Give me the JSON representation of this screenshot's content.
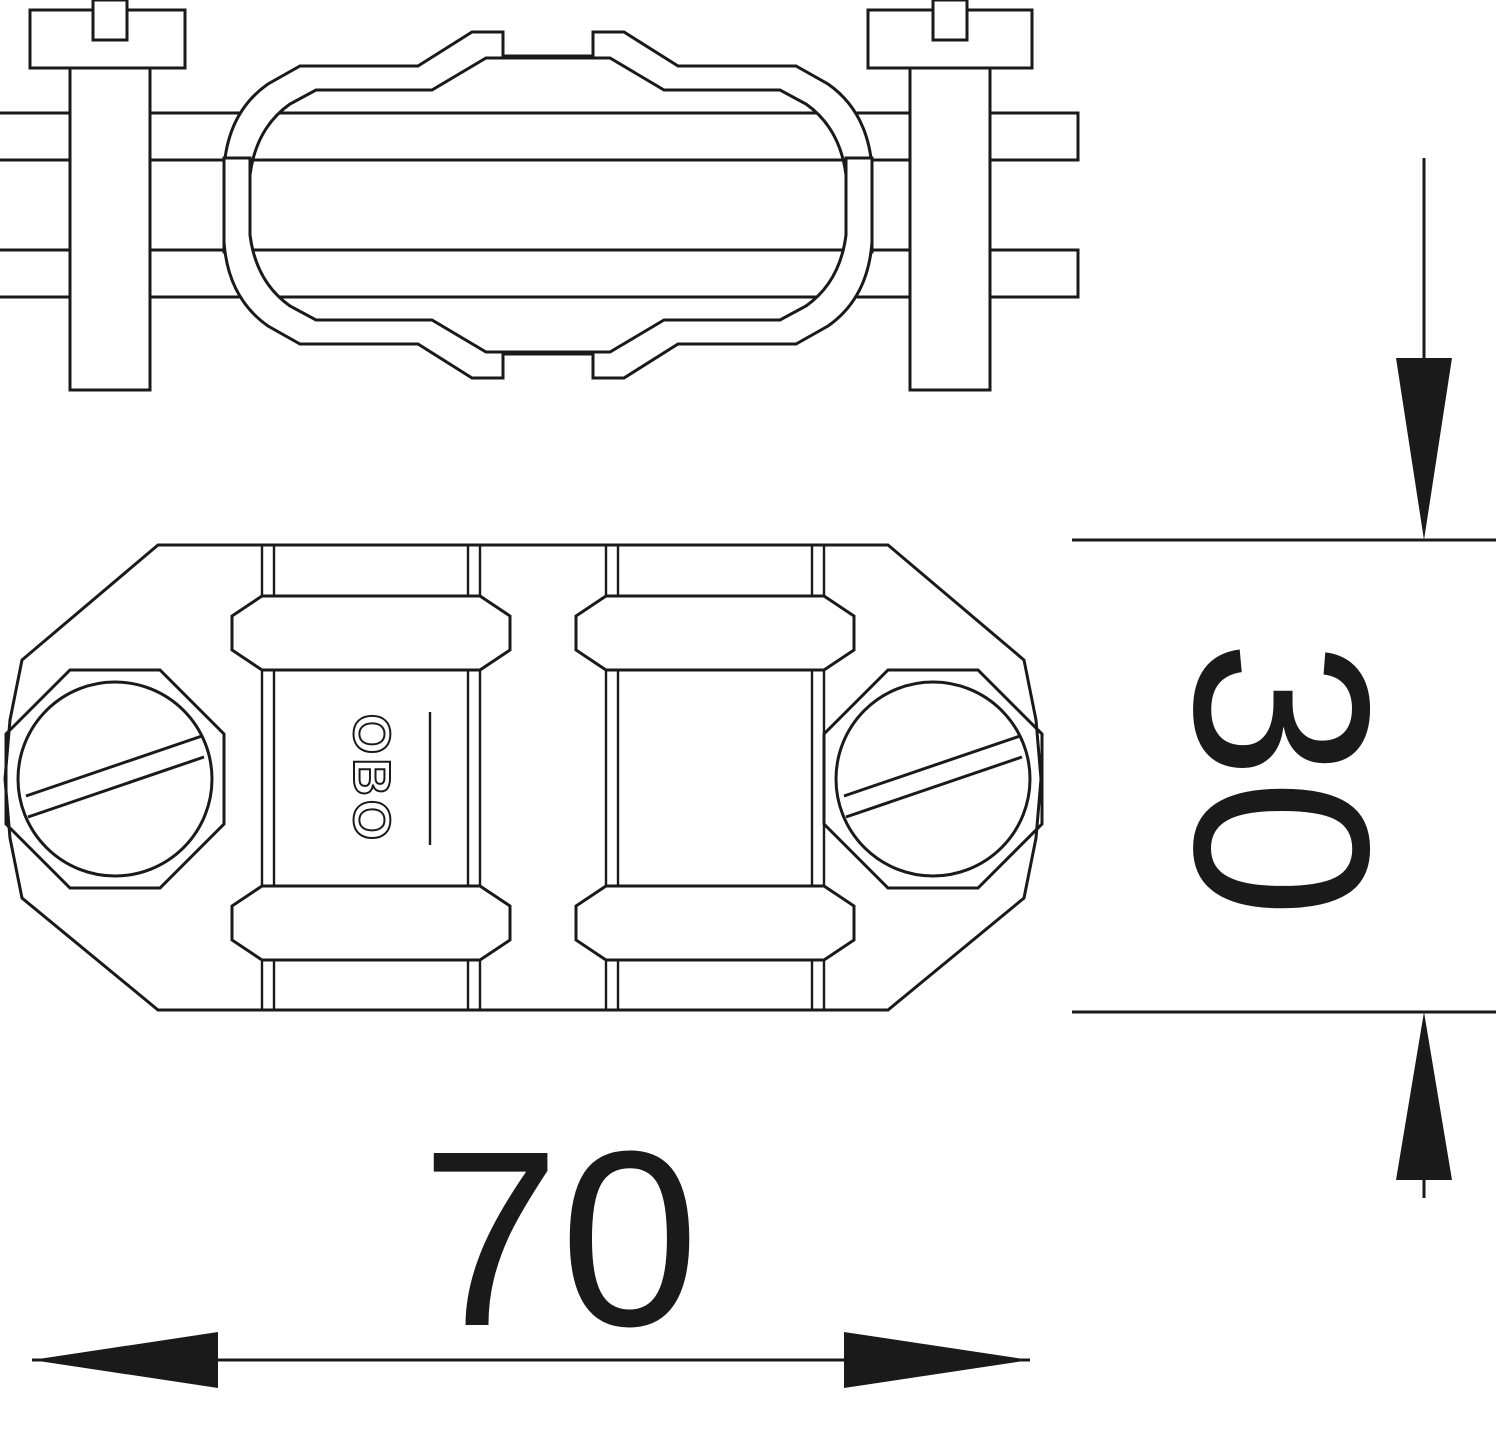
{
  "dimensions": {
    "width_label": "70",
    "height_label": "30"
  },
  "stamp": {
    "logo_text": "OBO"
  },
  "colors": {
    "line": "#1a1a1a",
    "background": "#ffffff"
  }
}
